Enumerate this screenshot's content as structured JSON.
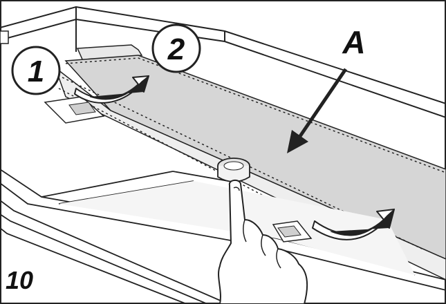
{
  "figure": {
    "step_1_label": "1",
    "step_2_label": "2",
    "pointer_label": "A",
    "figure_number": "10"
  },
  "colors": {
    "line": "#222222",
    "panel_fill": "#d6d6d6",
    "light_fill": "#eeeeee",
    "background": "#ffffff"
  }
}
